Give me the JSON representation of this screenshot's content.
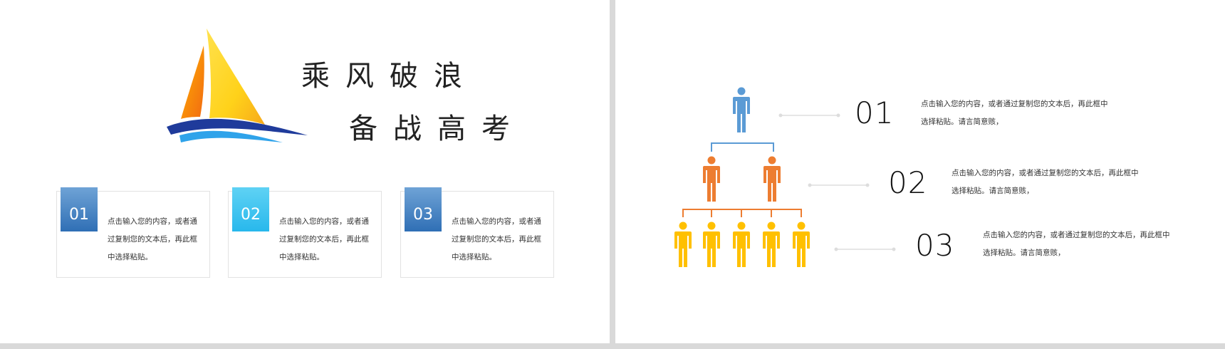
{
  "left_slide": {
    "title_line_1": "乘风破浪",
    "title_line_2": "备战高考",
    "cards": [
      {
        "number": "01",
        "text": "点击输入您的内容，或者通过复制您的文本后，再此框中选择粘贴。",
        "color": "#2f6fb5"
      },
      {
        "number": "02",
        "text": "点击输入您的内容，或者通过复制您的文本后，再此框中选择粘贴。",
        "color": "#28b8ec"
      },
      {
        "number": "03",
        "text": "点击输入您的内容，或者通过复制您的文本后，再此框中选择粘贴。",
        "color": "#2f6fb5"
      }
    ]
  },
  "right_slide": {
    "steps": [
      {
        "number": "01",
        "text": "点击输入您的内容，或者通过复制您的文本后，再此框中选择粘贴。请言简意赅，"
      },
      {
        "number": "02",
        "text": "点击输入您的内容，或者通过复制您的文本后，再此框中选择粘贴。请言简意赅，"
      },
      {
        "number": "03",
        "text": "点击输入您的内容，或者通过复制您的文本后，再此框中选择粘贴。请言简意赅，"
      }
    ],
    "tier_colors": [
      "#5b9bd5",
      "#ed7d31",
      "#ffc000"
    ],
    "icon_name": "person-icon"
  }
}
